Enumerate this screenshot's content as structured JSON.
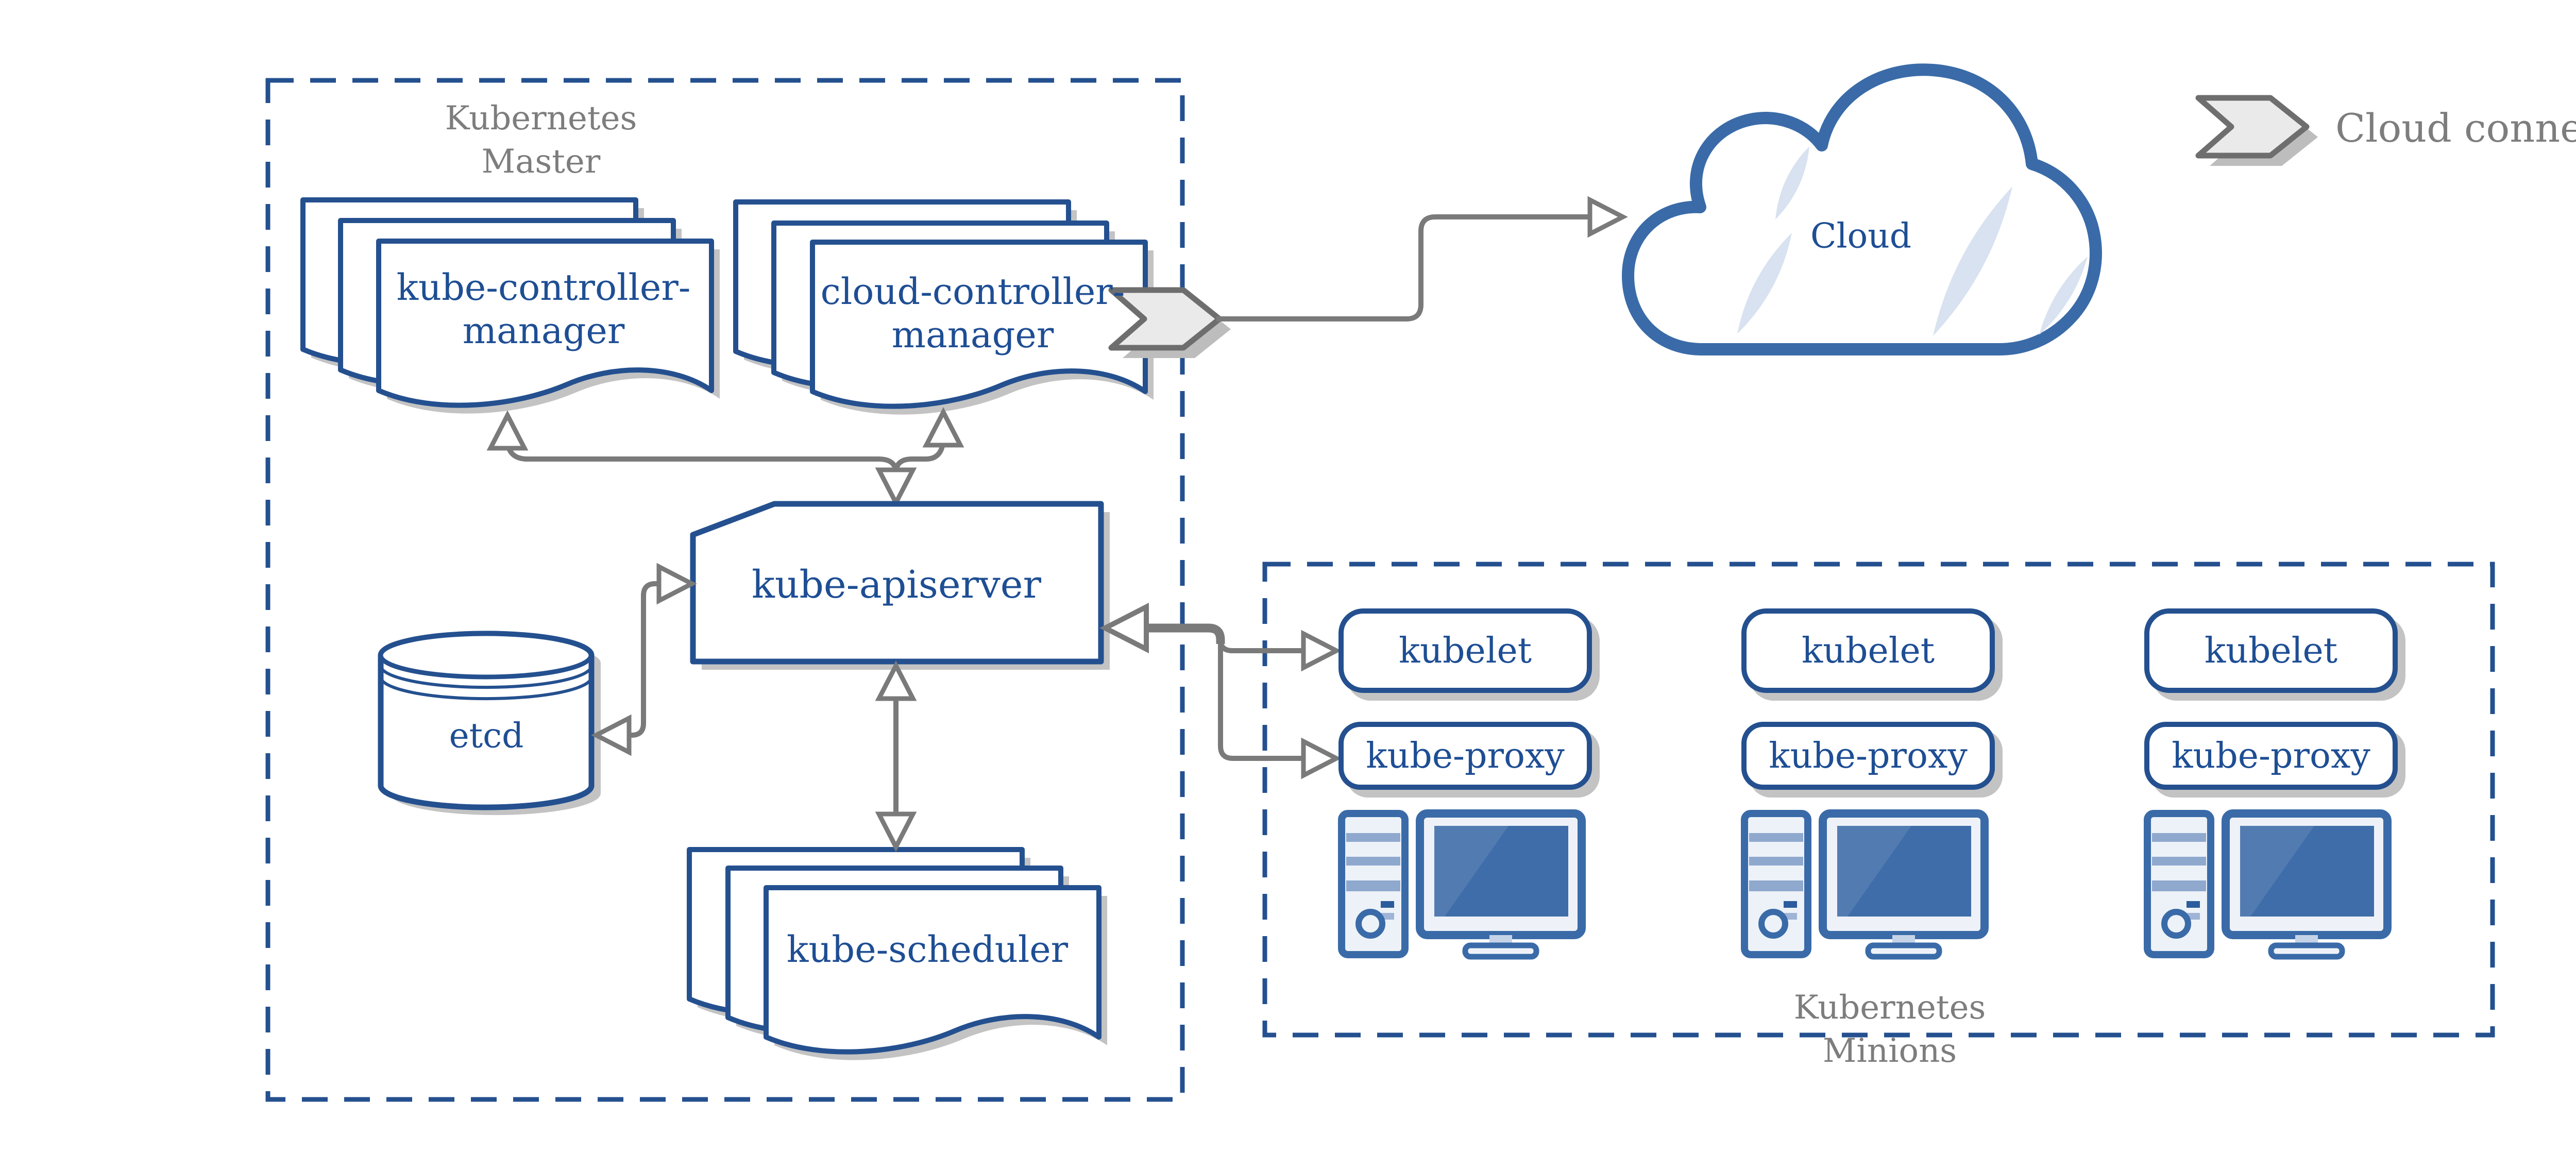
{
  "title": "Kubernetes architecture diagram",
  "colors": {
    "box_border_blue": "#24508F",
    "text_blue": "#1E4E94",
    "icon_blue": "#3A6BA8",
    "icon_fill": "#EDF2F8",
    "screen_blue": "#3E6DA9",
    "arrow_gray": "#7A7A7A",
    "label_gray": "#7D7D7D",
    "shadow_gray": "#C3C3C3",
    "connector_fill": "#EAEAEA",
    "cloud_slash_blue": "#D8E2F0"
  },
  "master": {
    "label": {
      "line1": "Kubernetes",
      "line2": "Master"
    },
    "kube_controller_manager": {
      "line1": "kube-controller-",
      "line2": "manager"
    },
    "cloud_controller_manager": {
      "line1": "cloud-controller-",
      "line2": "manager"
    },
    "kube_apiserver": "kube-apiserver",
    "etcd": "etcd",
    "kube_scheduler": "kube-scheduler"
  },
  "cloud": {
    "label": "Cloud"
  },
  "legend": {
    "cloud_connector": "Cloud connector"
  },
  "minions": {
    "label": {
      "line1": "Kubernetes",
      "line2": "Minions"
    },
    "nodes": [
      {
        "kubelet": "kubelet",
        "kube_proxy": "kube-proxy"
      },
      {
        "kubelet": "kubelet",
        "kube_proxy": "kube-proxy"
      },
      {
        "kubelet": "kubelet",
        "kube_proxy": "kube-proxy"
      }
    ]
  }
}
